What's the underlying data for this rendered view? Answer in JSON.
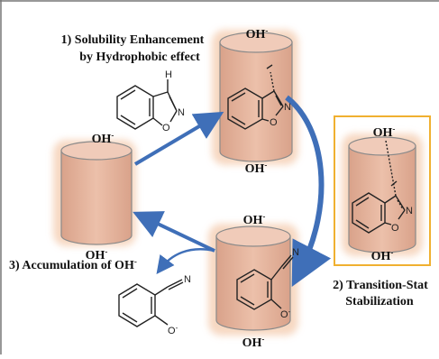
{
  "labels": {
    "step1_line1": "1) Solubility Enhancement",
    "step1_line2": "by Hydrophobic effect",
    "step2_line1": "2) Transition-Stat",
    "step2_line2": "Stabilization",
    "step3": "3) Accumulation of OH"
  },
  "ion": {
    "base": "OH",
    "charge": "-"
  },
  "atoms": {
    "H": "H",
    "N": "N",
    "O": "O",
    "Ominus": "O",
    "minus": "-"
  },
  "colors": {
    "cylinder_fill": "#e8b8a2",
    "cylinder_top": "#eec8b6",
    "cylinder_stroke": "#8a8a8a",
    "arrow": "#3f6fb8",
    "highlight_box": "#f0b030"
  }
}
